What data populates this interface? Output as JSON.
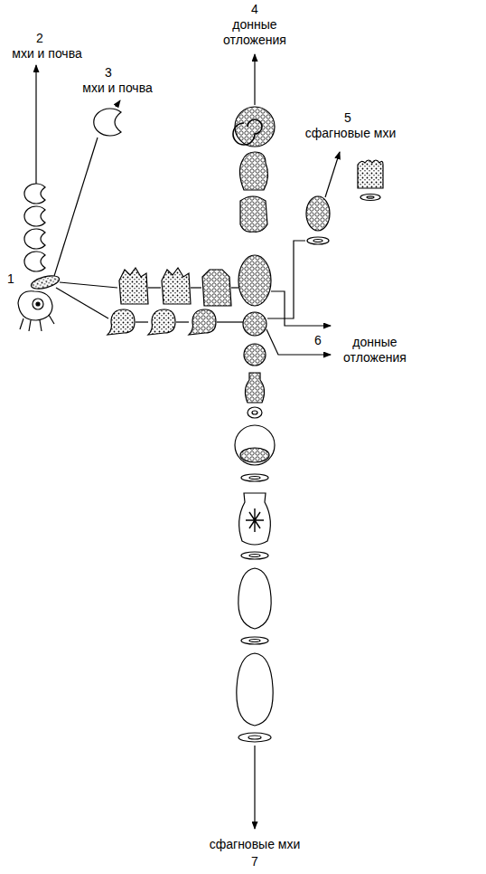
{
  "diagram": {
    "labels": [
      "1",
      "2",
      "мхи и почва",
      "3",
      "мхи и почва",
      "4",
      "донные отложения",
      "5",
      "сфагновые мхи",
      "донные отложения",
      "6",
      "сфагновые мхи",
      "7"
    ]
  }
}
